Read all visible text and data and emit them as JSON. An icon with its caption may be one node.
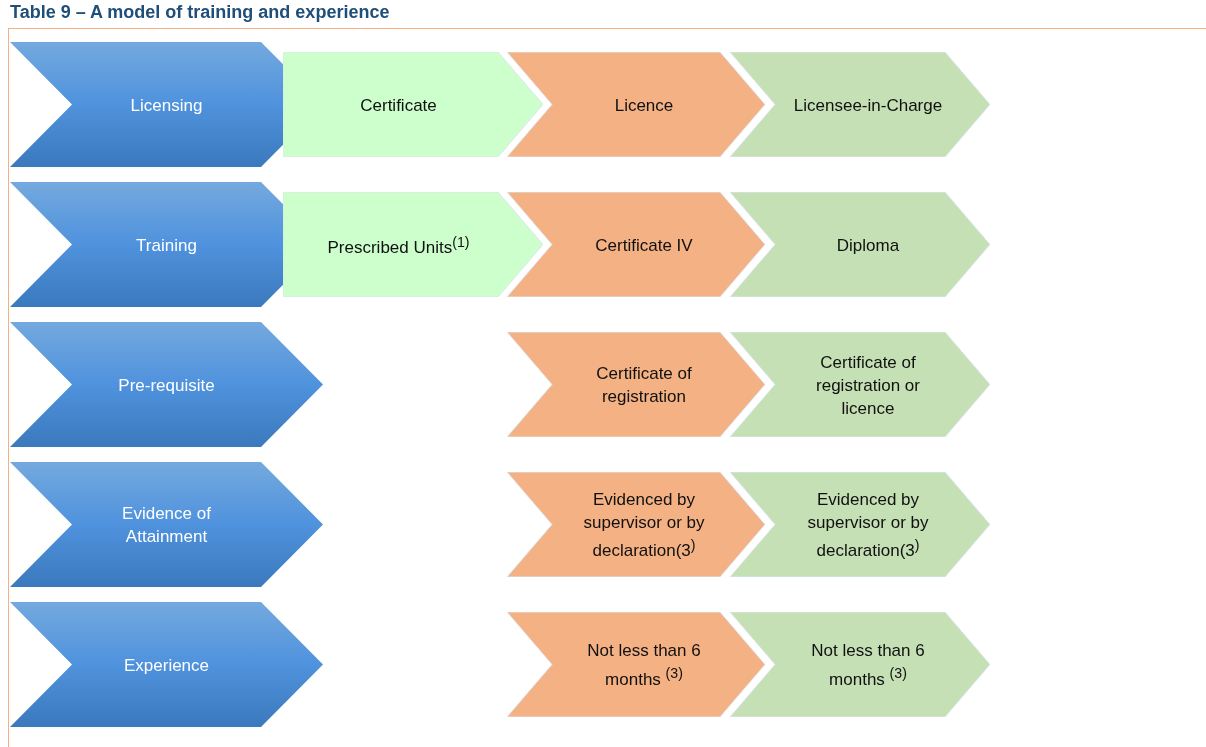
{
  "diagram": {
    "title": "Table 9 – A model of training and experience",
    "nodes": [
      {
        "text": [
          "Licensing"
        ]
      },
      {
        "text": [
          "Certificate"
        ]
      },
      {
        "text": [
          "Licence"
        ]
      },
      {
        "text": [
          "Licensee-in-Charge"
        ]
      },
      {
        "text": [
          "Training"
        ]
      },
      {
        "text": [
          "Prescribed Units$^{(1)}$"
        ]
      },
      {
        "text": [
          "Certificate IV"
        ]
      },
      {
        "text": [
          "Diploma"
        ]
      },
      {
        "text": [
          "Pre-requisite"
        ]
      },
      {
        "text": [
          "Certificate of registration"
        ]
      },
      {
        "text": [
          "Certificate of registration or licence"
        ]
      },
      {
        "text": [
          "Evidence of Attainment"
        ]
      },
      {
        "text": [
          "Evidenced by supervisor or by declaration(3$^{)}$"
        ]
      },
      {
        "text": [
          "Evidenced by supervisor or by declaration(3$^{)}$"
        ]
      },
      {
        "text": [
          "Experience"
        ]
      },
      {
        "text": [
          "Not less than 6 months $^{(3)}$"
        ]
      },
      {
        "text": [
          "Not less than 6 months $^{(3)}$"
        ]
      }
    ],
    "edges": []
  }
}
